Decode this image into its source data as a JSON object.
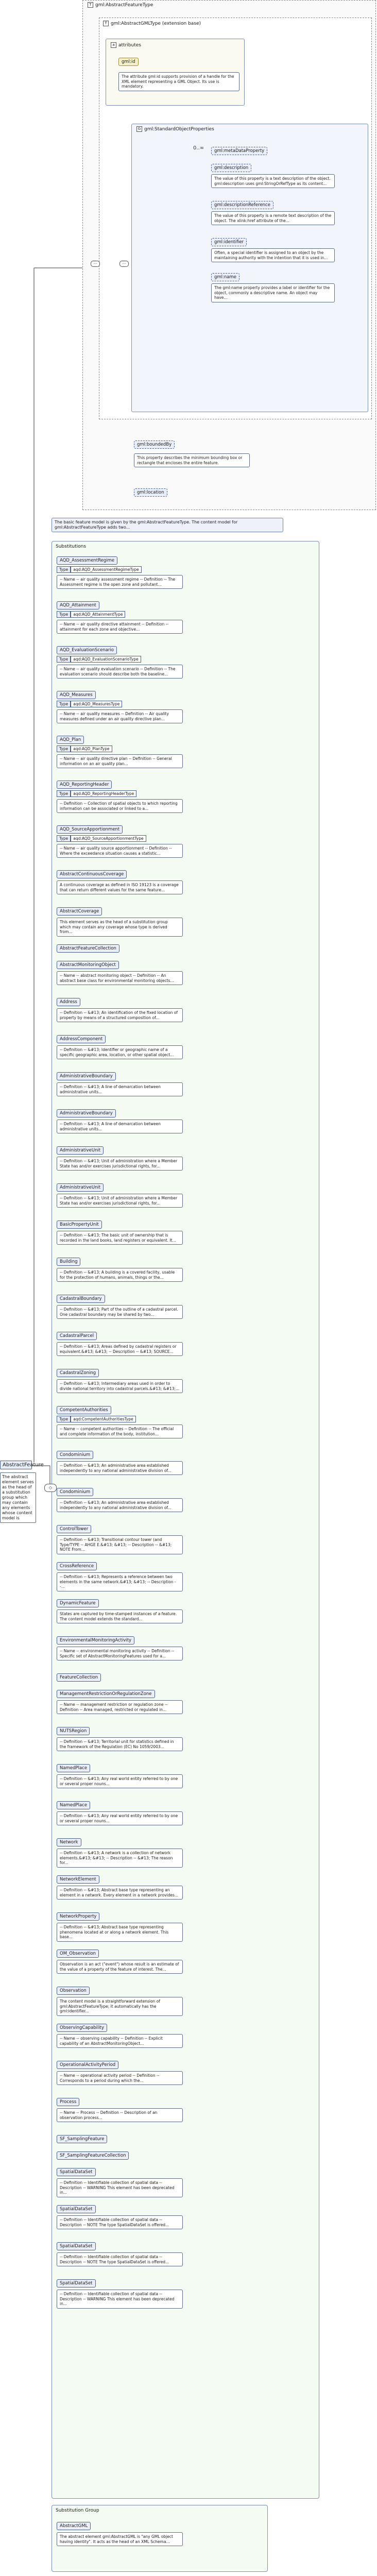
{
  "root": {
    "name": "AbstractFeature",
    "doc": "The abstract element serves as the head of a substitution group which may contain any elements whose content model is"
  },
  "top": {
    "outer_title": "gml:AbstractFeatureType",
    "inner_title": "gml:AbstractGMLType (extension base)",
    "attributes_title": "attributes",
    "attr_id": "gml:id",
    "attr_id_doc": "The attribute gml:id supports provision of a handle for the XML element representing a GML Object. Its use is mandatory.",
    "std_props_title": "gml:StandardObjectProperties",
    "seq_marker": "0..∞",
    "std_items": [
      {
        "name": "gml:metaDataProperty",
        "doc": ""
      },
      {
        "name": "gml:description",
        "doc": "The value of this property is a text description of the object. gml:description uses gml:StringOrRefType as its content..."
      },
      {
        "name": "gml:descriptionReference",
        "doc": "The value of this property is a remote text description of the object. The xlink:href attribute of the..."
      },
      {
        "name": "gml:identifier",
        "doc": "Often, a special identifier is assigned to an object by the maintaining authority with the intention that it is used in..."
      },
      {
        "name": "gml:name",
        "doc": "The gml:name property provides a label or identifier for the object, commonly a descriptive name. An object may have..."
      }
    ],
    "bounded_by": "gml:boundedBy",
    "bounded_by_doc": "This property describes the minimum bounding box or rectangle that encloses the entire feature.",
    "location": "gml:location"
  },
  "note": "The basic feature model is given by the gml:AbstractFeatureType. The content model for gml:AbstractFeatureType adds two...",
  "subs": {
    "title": "Substitutions",
    "items": [
      {
        "name": "AQD_AssessmentRegime",
        "type": "aqd:AQD_AssessmentRegimeType",
        "doc": "-- Name -- air quality assessment regime -- Definition -- The Assessment regime is the open zone and pollutant..."
      },
      {
        "name": "AQD_Attainment",
        "type": "aqd:AQD_AttainmentType",
        "doc": "-- Name -- air quality directive attainment -- Definition -- attainment for each zone and objective..."
      },
      {
        "name": "AQD_EvaluationScenario",
        "type": "aqd:AQD_EvaluationScenarioType",
        "doc": "-- Name -- air quality evaluation scenario -- Definition -- The evaluation scenario should describe both the baseline..."
      },
      {
        "name": "AQD_Measures",
        "type": "aqd:AQD_MeasuresType",
        "doc": "-- Name -- air quality measures -- Definition -- Air quality measures defined under an air quality directive plan..."
      },
      {
        "name": "AQD_Plan",
        "type": "aqd:AQD_PlanType",
        "doc": "-- Name -- air quality directive plan -- Definition -- General information on an air quality plan..."
      },
      {
        "name": "AQD_ReportingHeader",
        "type": "aqd:AQD_ReportingHeaderType",
        "doc": "-- Definition -- Collection of spatial objects to which reporting information can be associated or linked to a..."
      },
      {
        "name": "AQD_SourceApportionment",
        "type": "aqd:AQD_SourceApportionmentType",
        "doc": "-- Name -- air quality source apportionment -- Definition -- Where the exceedance situation causes a statistic..."
      },
      {
        "name": "AbstractContinuousCoverage",
        "type": "",
        "doc": "A continuous coverage as defined in ISO 19123 is a coverage that can return different values for the same feature..."
      },
      {
        "name": "AbstractCoverage",
        "type": "",
        "doc": "This element serves as the head of a substitution group which may contain any coverage whose type is derived from..."
      },
      {
        "name": "AbstractFeatureCollection",
        "type": "",
        "doc": ""
      },
      {
        "name": "AbstractMonitoringObject",
        "type": "",
        "doc": "-- Name -- abstract monitoring object -- Definition -- An abstract base class for environmental monitoring objects..."
      },
      {
        "name": "Address",
        "type": "",
        "doc": "-- Definition -- &#13; An identification of the fixed location of property by means of a structured composition of..."
      },
      {
        "name": "AddressComponent",
        "type": "",
        "doc": "-- Definition -- &#13; Identifier or geographic name of a specific geographic area, location, or other spatial object..."
      },
      {
        "name": "AdministrativeBoundary",
        "type": "",
        "doc": "-- Definition -- &#13; A line of demarcation between administrative units..."
      },
      {
        "name": "AdministrativeBoundary",
        "type": "",
        "doc": "-- Definition -- &#13; A line of demarcation between administrative units..."
      },
      {
        "name": "AdministrativeUnit",
        "type": "",
        "doc": "-- Definition -- &#13; Unit of administration where a Member State has and/or exercises jurisdictional rights, for..."
      },
      {
        "name": "AdministrativeUnit",
        "type": "",
        "doc": "-- Definition -- &#13; Unit of administration where a Member State has and/or exercises jurisdictional rights, for..."
      },
      {
        "name": "BasicPropertyUnit",
        "type": "",
        "doc": "-- Definition -- &#13; The basic unit of ownership that is recorded in the land books, land registers or equivalent. It..."
      },
      {
        "name": "Building",
        "type": "",
        "doc": "-- Definition -- &#13; A building is a covered facility, usable for the protection of humans, animals, things or the..."
      },
      {
        "name": "CadastralBoundary",
        "type": "",
        "doc": "-- Definition -- &#13; Part of the outline of a cadastral parcel. One cadastral boundary may be shared by two..."
      },
      {
        "name": "CadastralParcel",
        "type": "",
        "doc": "-- Definition -- &#13; Areas defined by cadastral registers or equivalent.&#13; &#13; -- Description -- &#13; SOURCE..."
      },
      {
        "name": "CadastralZoning",
        "type": "",
        "doc": "-- Definition -- &#13; Intermediary areas used in order to divide national territory into cadastral parcels.&#13; &#13;..."
      },
      {
        "name": "CompetentAuthorities",
        "type": "aqd:CompetentAuthoritiesType",
        "doc": "-- Name -- competent authorities -- Definition -- The official and complete information of the body, institution..."
      },
      {
        "name": "Condominium",
        "type": "",
        "doc": "-- Definition -- &#13; An administrative area established independently to any national administrative division of..."
      },
      {
        "name": "Condominium",
        "type": "",
        "doc": "-- Definition -- &#13; An administrative area established independently to any national administrative division of..."
      },
      {
        "name": "ControlTower",
        "type": "",
        "doc": "-- Definition -- &#13; Transitional contour tower (and Type/TYPE -- AHGE E.&#13; &#13; -- Description -- &#13; NOTE From..."
      },
      {
        "name": "CrossReference",
        "type": "",
        "doc": "-- Definition -- &#13; Represents a reference between two elements in the same network.&#13; &#13; -- Description --..."
      },
      {
        "name": "DynamicFeature",
        "type": "",
        "doc": "States are captured by time-stamped instances of a feature. The content model extends the standard..."
      },
      {
        "name": "EnvironmentalMonitoringActivity",
        "type": "",
        "doc": "-- Name -- environmental monitoring activity -- Definition -- Specific set of AbstractMonitoringFeatures used for a..."
      },
      {
        "name": "FeatureCollection",
        "type": "",
        "doc": ""
      },
      {
        "name": "ManagementRestrictionOrRegulationZone",
        "type": "",
        "doc": "-- Name -- management restriction or regulation zone -- Definition -- Area managed, restricted or regulated in..."
      },
      {
        "name": "NUTSRegion",
        "type": "",
        "doc": "-- Definition -- &#13; Territorial unit for statistics defined in the framework of the Regulation (EC) No 1059/2003..."
      },
      {
        "name": "NamedPlace",
        "type": "",
        "doc": "-- Definition -- &#13; Any real world entity referred to by one or several proper nouns..."
      },
      {
        "name": "NamedPlace",
        "type": "",
        "doc": "-- Definition -- &#13; Any real world entity referred to by one or several proper nouns..."
      },
      {
        "name": "Network",
        "type": "",
        "doc": "-- Definition -- &#13; A network is a collection of network elements.&#13; &#13; -- Description -- &#13; The reason for..."
      },
      {
        "name": "NetworkElement",
        "type": "",
        "doc": "-- Definition -- &#13; Abstract base type representing an element in a network. Every element in a network provides..."
      },
      {
        "name": "NetworkProperty",
        "type": "",
        "doc": "-- Definition -- &#13; Abstract base type representing phenomena located at or along a network element. This base..."
      },
      {
        "name": "OM_Observation",
        "type": "",
        "doc": "Observation is an act (\"event\") whose result is an estimate of the value of a property of the feature of interest. The..."
      },
      {
        "name": "Observation",
        "type": "",
        "doc": "The content model is a straightforward extension of gml:AbstractFeatureType; it automatically has the gml:identifier..."
      },
      {
        "name": "ObservingCapability",
        "type": "",
        "doc": "-- Name -- observing capability -- Definition -- Explicit capability of an AbstractMonitoringObject..."
      },
      {
        "name": "OperationalActivityPeriod",
        "type": "",
        "doc": "-- Name -- operational activity period -- Definition -- Corresponds to a period during which the..."
      },
      {
        "name": "Process",
        "type": "",
        "doc": "-- Name -- Process -- Definition -- Description of an observation process..."
      },
      {
        "name": "SF_SamplingFeature",
        "type": "",
        "doc": ""
      },
      {
        "name": "SF_SamplingFeatureCollection",
        "type": "",
        "doc": ""
      },
      {
        "name": "SpatialDataSet",
        "type": "",
        "doc": "-- Definition -- Identifiable collection of spatial data -- Description -- WARNING This element has been deprecated in..."
      },
      {
        "name": "SpatialDataSet",
        "type": "",
        "doc": "-- Definition -- Identifiable collection of spatial data -- Description -- NOTE The type SpatialDataSet is offered..."
      },
      {
        "name": "SpatialDataSet",
        "type": "",
        "doc": "-- Definition -- Identifiable collection of spatial data -- Description -- NOTE The type SpatialDataSet is offered..."
      },
      {
        "name": "SpatialDataSet",
        "type": "",
        "doc": "-- Definition -- Identifiable collection of spatial data -- Description -- WARNING This element has been deprecated in..."
      }
    ]
  },
  "subgroup": {
    "title": "Substitution Group",
    "name": "AbstractGML",
    "doc": "The abstract element gml:AbstractGML is \"any GML object having identity\". It acts as the head of an XML Schema..."
  }
}
